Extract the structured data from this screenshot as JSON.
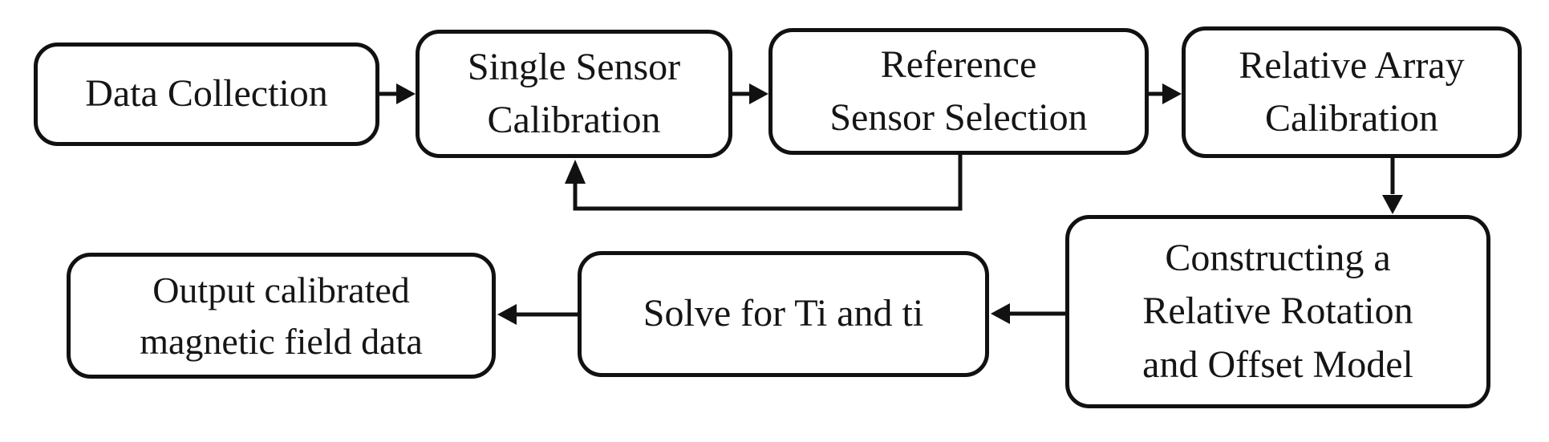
{
  "diagram": {
    "boxes": [
      {
        "id": "data-collection",
        "lines": [
          "Data Collection"
        ]
      },
      {
        "id": "single-sensor-calibration",
        "lines": [
          "Single Sensor",
          "Calibration"
        ]
      },
      {
        "id": "reference-sensor-selection",
        "lines": [
          "Reference",
          "Sensor Selection"
        ]
      },
      {
        "id": "relative-array-calibration",
        "lines": [
          "Relative Array",
          "Calibration"
        ]
      },
      {
        "id": "rotation-offset-model",
        "lines": [
          "Constructing a",
          "Relative Rotation",
          "and Offset Model"
        ]
      },
      {
        "id": "solve-ti",
        "lines": [
          "Solve for Ti and ti"
        ]
      },
      {
        "id": "output-data",
        "lines": [
          "Output calibrated",
          "magnetic field data"
        ]
      }
    ],
    "edges": [
      {
        "from": "data-collection",
        "to": "single-sensor-calibration",
        "type": "forward"
      },
      {
        "from": "single-sensor-calibration",
        "to": "reference-sensor-selection",
        "type": "forward"
      },
      {
        "from": "reference-sensor-selection",
        "to": "relative-array-calibration",
        "type": "forward"
      },
      {
        "from": "reference-sensor-selection",
        "to": "single-sensor-calibration",
        "type": "feedback-loop"
      },
      {
        "from": "relative-array-calibration",
        "to": "rotation-offset-model",
        "type": "forward"
      },
      {
        "from": "rotation-offset-model",
        "to": "solve-ti",
        "type": "forward"
      },
      {
        "from": "solve-ti",
        "to": "output-data",
        "type": "forward"
      }
    ],
    "colors": {
      "stroke": "#111111",
      "text": "#151515",
      "background": "#ffffff"
    }
  }
}
